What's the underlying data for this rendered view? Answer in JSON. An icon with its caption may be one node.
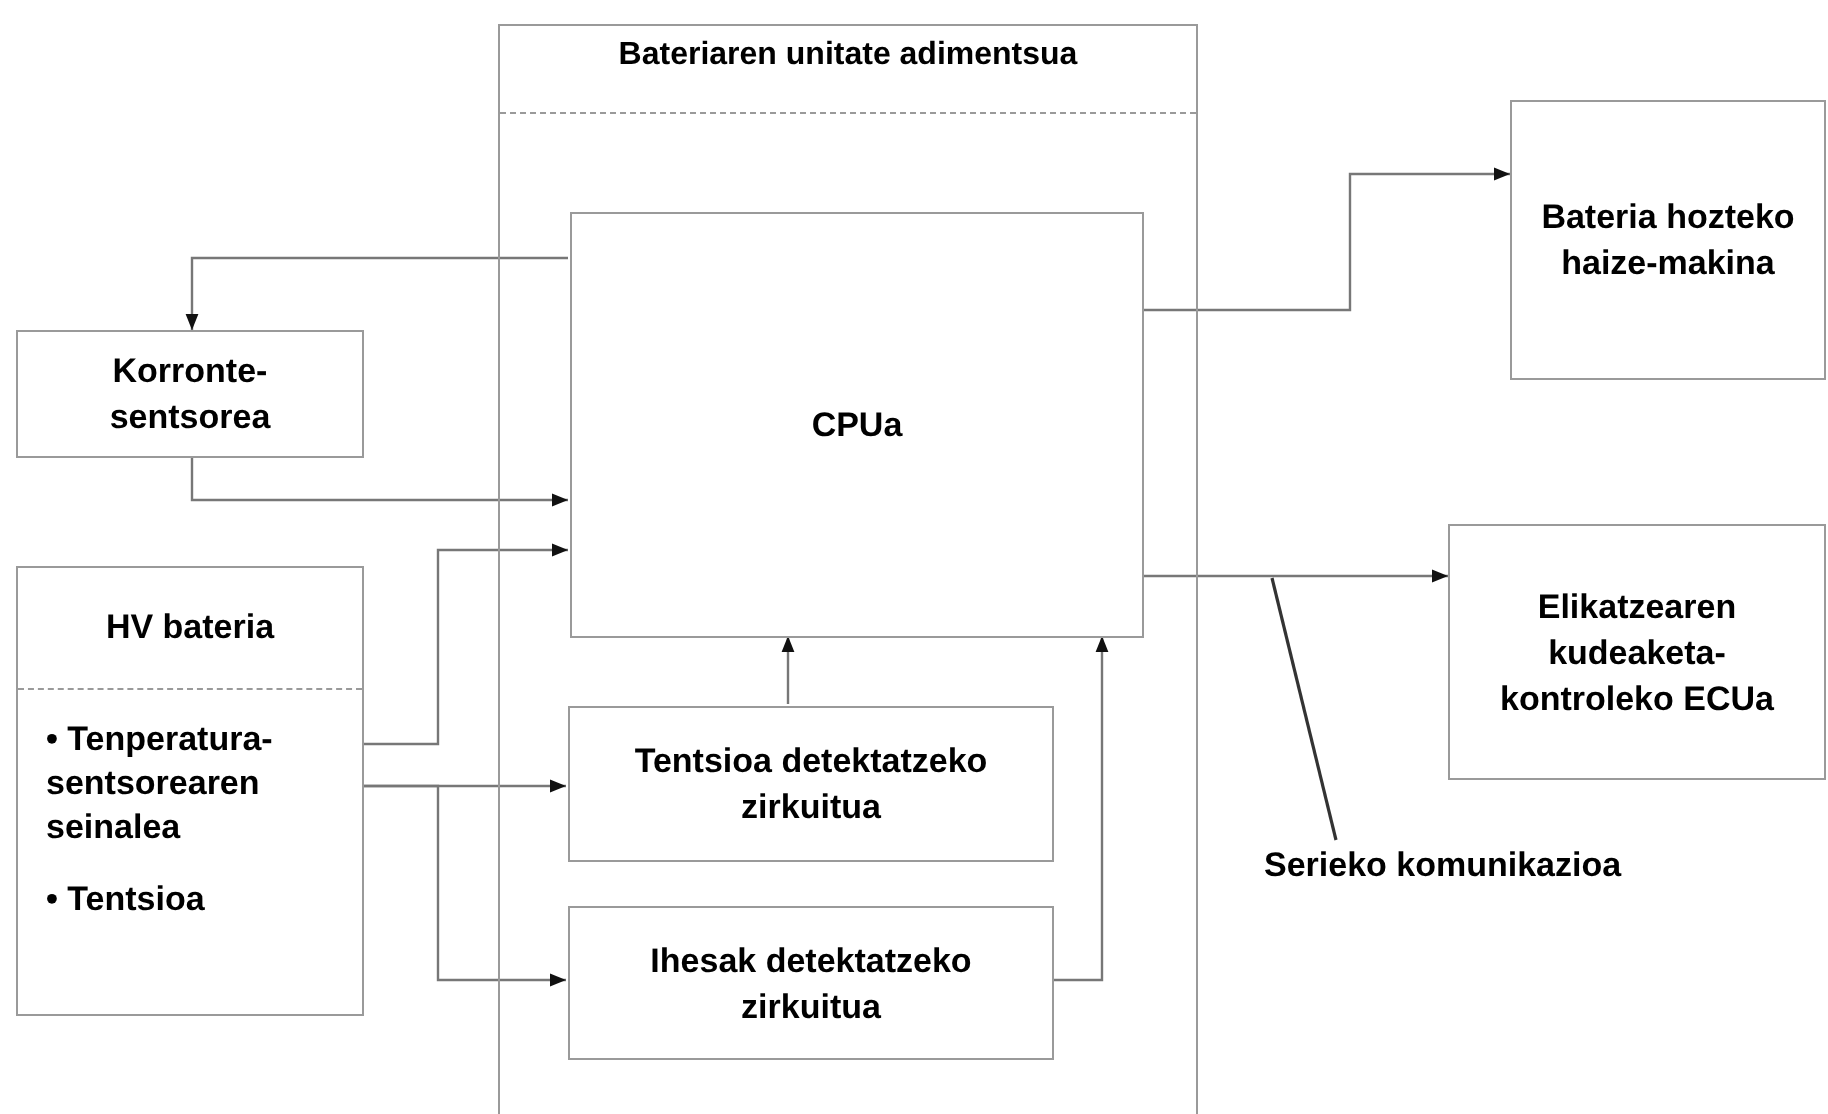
{
  "diagram": {
    "nodes": [
      {
        "text": [
          "Bateriaren unitate adimentsua"
        ]
      },
      {
        "text": [
          "CPUa"
        ],
        "in": 0
      },
      {
        "text": [
          "Tentsioa detektatzeko zirkuitua"
        ],
        "in": 0
      },
      {
        "text": [
          "Ihesak detektatzeko zirkuitua"
        ],
        "in": 0
      },
      {
        "text": [
          "Korronte-sentsorea"
        ]
      },
      {
        "text": [
          "HV bateria",
          "• Tenperatura-sentsorearen seinalea",
          "• Tentsioa"
        ]
      },
      {
        "text": [
          "Bateria hozteko haize-makina"
        ]
      },
      {
        "text": [
          "Elikatzearen kudeaketa-kontroleko ECUa"
        ]
      },
      {
        "text": [
          "Serieko komunikazioa"
        ]
      }
    ],
    "edges": [
      {
        "from": 1,
        "to": 4,
        "arrow": "to"
      },
      {
        "from": 4,
        "to": 1,
        "arrow": "to"
      },
      {
        "from": 5,
        "to": 1,
        "arrow": "to"
      },
      {
        "from": 5,
        "to": 2,
        "arrow": "to"
      },
      {
        "from": 5,
        "to": 3,
        "arrow": "to"
      },
      {
        "from": 2,
        "to": 1,
        "arrow": "to"
      },
      {
        "from": 3,
        "to": 1,
        "arrow": "to"
      },
      {
        "from": 1,
        "to": 6,
        "arrow": "to"
      },
      {
        "from": 1,
        "to": 7,
        "arrow": "to"
      },
      {
        "from": 8,
        "to": null,
        "arrow": "none"
      }
    ]
  }
}
